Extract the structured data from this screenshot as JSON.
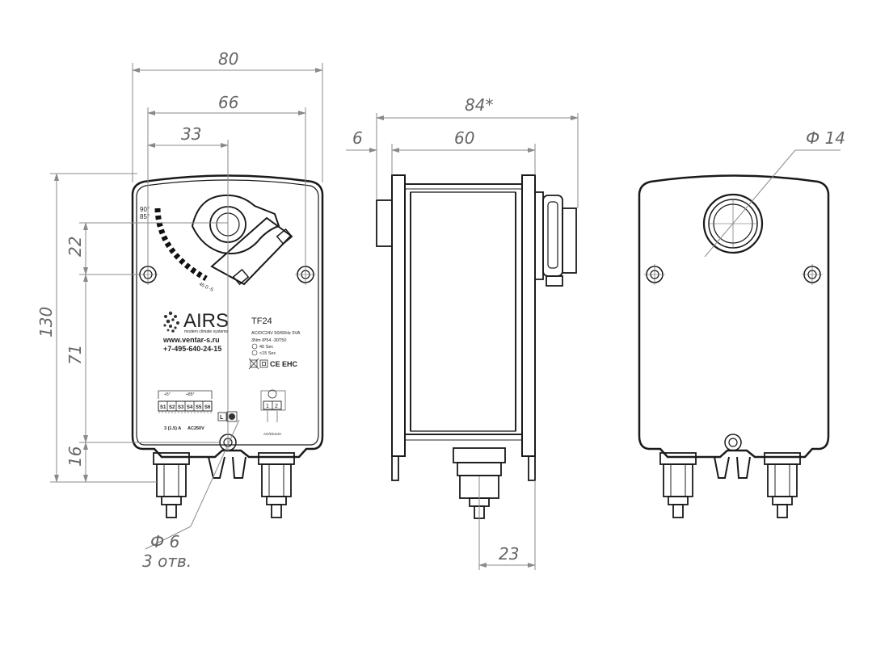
{
  "dimensions": {
    "overall_width": "80",
    "hole_spacing": "66",
    "half_spacing": "33",
    "overall_height": "130",
    "top_to_holes": "22",
    "holes_to_bottom_hole": "71",
    "bottom_offset": "16",
    "hole_diameter": "Ф 6",
    "hole_count": "3 отв.",
    "depth_total": "84*",
    "flange": "6",
    "body_depth": "60",
    "connector_offset": "23",
    "shaft_diameter": "Ф 14"
  },
  "front_label": {
    "brand": "AIRS",
    "tagline": "modern climate systems",
    "website": "www.ventar-s.ru",
    "phone": "+7-495-640-24-15",
    "angle_90": "90°",
    "angle_85": "85°",
    "angle_scale_low": "45  0  -5",
    "model": "TF24",
    "spec_power": "AC/DC24V 50/60Hz 5VA",
    "spec_torque": "3Nm  IP54  -30T50",
    "spec_run": "40 Sec",
    "spec_return": "<15 Sec",
    "certs": "CE EHC",
    "terminals": [
      "S1",
      "S2",
      "S3",
      "S4",
      "S5",
      "S6"
    ],
    "switch_angle_a": "+5°",
    "switch_angle_b": "+85°",
    "switch_rating": "3 (1.5) A",
    "switch_voltage": "AC250V",
    "lock_label": "L",
    "power_terminals": [
      "1",
      "2"
    ],
    "power_label": "AC/DC24V"
  }
}
